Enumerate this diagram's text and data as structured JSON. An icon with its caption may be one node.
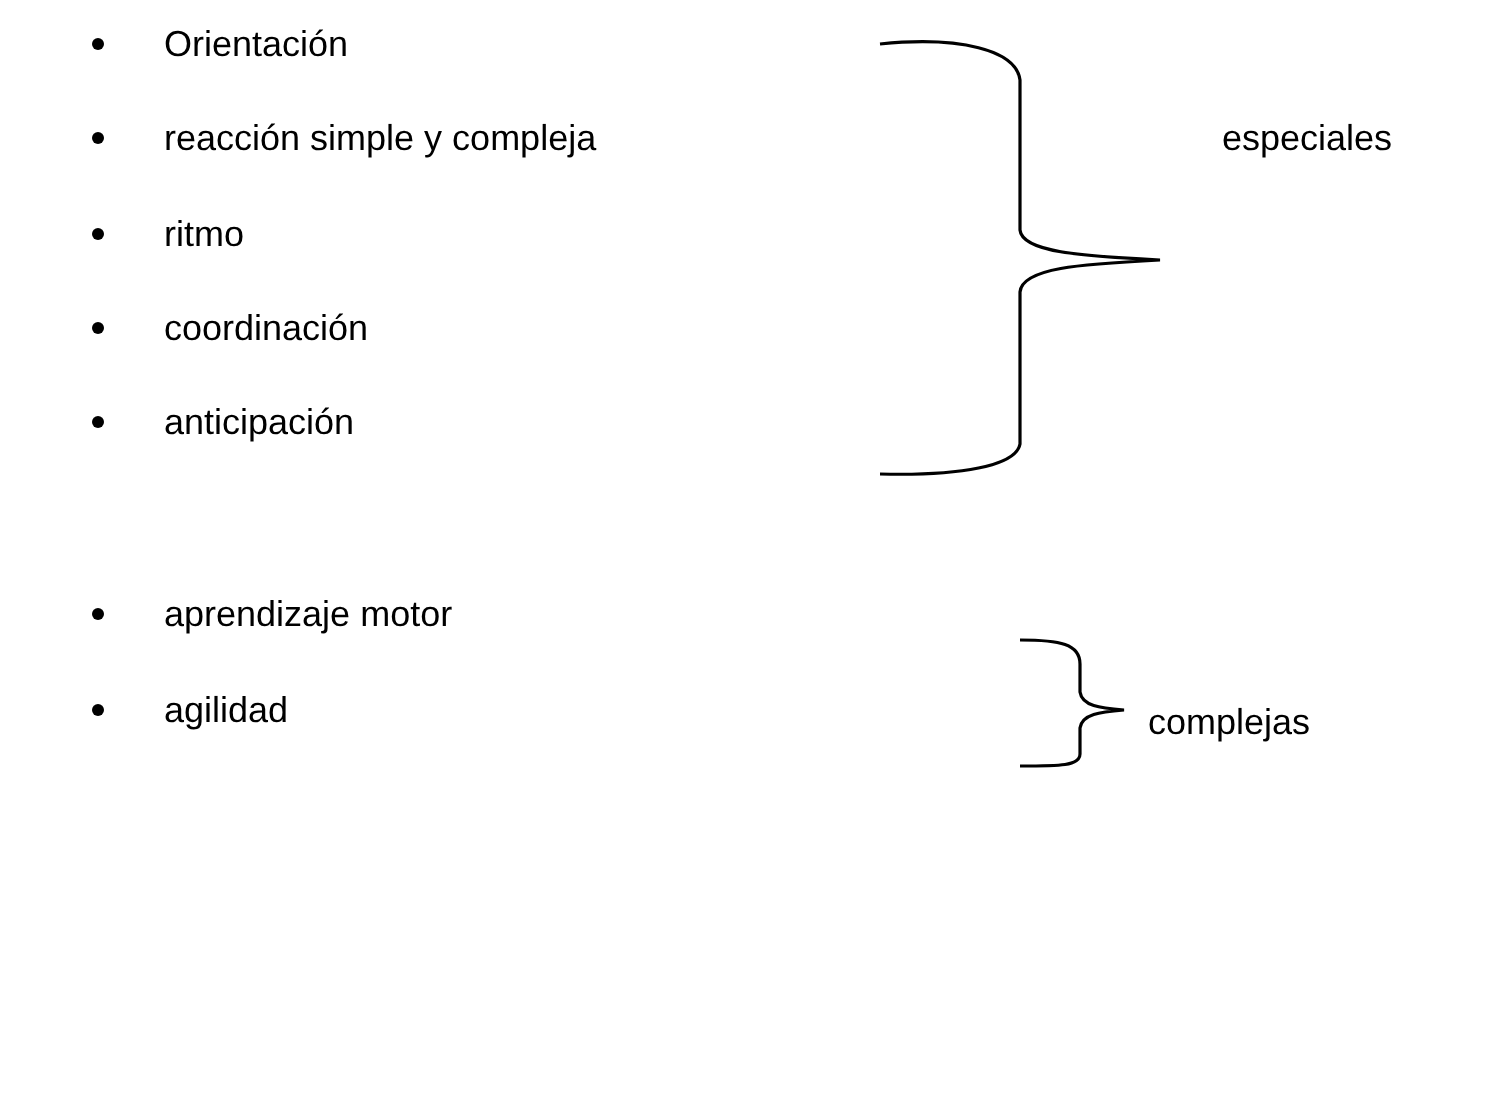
{
  "diagram": {
    "labels": [
      "Orientación",
      "reacción simple y compleja",
      "especiales",
      "ritmo",
      "coordinación",
      "anticipación",
      "aprendizaje motor",
      "agilidad",
      "complejas"
    ]
  }
}
